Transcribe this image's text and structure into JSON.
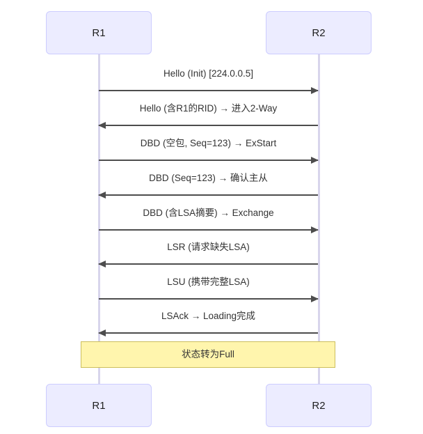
{
  "diagram": {
    "type": "sequence-diagram",
    "participants": [
      {
        "id": "r1",
        "label": "R1"
      },
      {
        "id": "r2",
        "label": "R2"
      }
    ],
    "messages": [
      {
        "index": 1,
        "from": "r1",
        "to": "r2",
        "direction": "right",
        "label": "Hello (Init) [224.0.0.5]"
      },
      {
        "index": 2,
        "from": "r2",
        "to": "r1",
        "direction": "left",
        "label": "Hello (含R1的RID) → 进入2-Way"
      },
      {
        "index": 3,
        "from": "r1",
        "to": "r2",
        "direction": "right",
        "label": "DBD (空包, Seq=123) → ExStart"
      },
      {
        "index": 4,
        "from": "r2",
        "to": "r1",
        "direction": "left",
        "label": "DBD (Seq=123) → 确认主从"
      },
      {
        "index": 5,
        "from": "r1",
        "to": "r2",
        "direction": "right",
        "label": "DBD (含LSA摘要) → Exchange"
      },
      {
        "index": 6,
        "from": "r2",
        "to": "r1",
        "direction": "left",
        "label": "LSR (请求缺失LSA)"
      },
      {
        "index": 7,
        "from": "r1",
        "to": "r2",
        "direction": "right",
        "label": "LSU (携带完整LSA)"
      },
      {
        "index": 8,
        "from": "r2",
        "to": "r1",
        "direction": "left",
        "label": "LSAck → Loading完成"
      }
    ],
    "note": {
      "label": "状态转为Full",
      "span": "r1-to-r2",
      "background": "#FFF5AD",
      "border": "#CCBE5C"
    },
    "colors": {
      "actor_fill": "#ECECFF",
      "actor_stroke": "#CCCCFF",
      "lifeline": "#D8D5EC",
      "arrow": "#4D4D4D",
      "text": "#333333",
      "note_fill": "#FFF5AD",
      "note_stroke": "#CCBE5C",
      "background": "#FFFFFF"
    }
  }
}
